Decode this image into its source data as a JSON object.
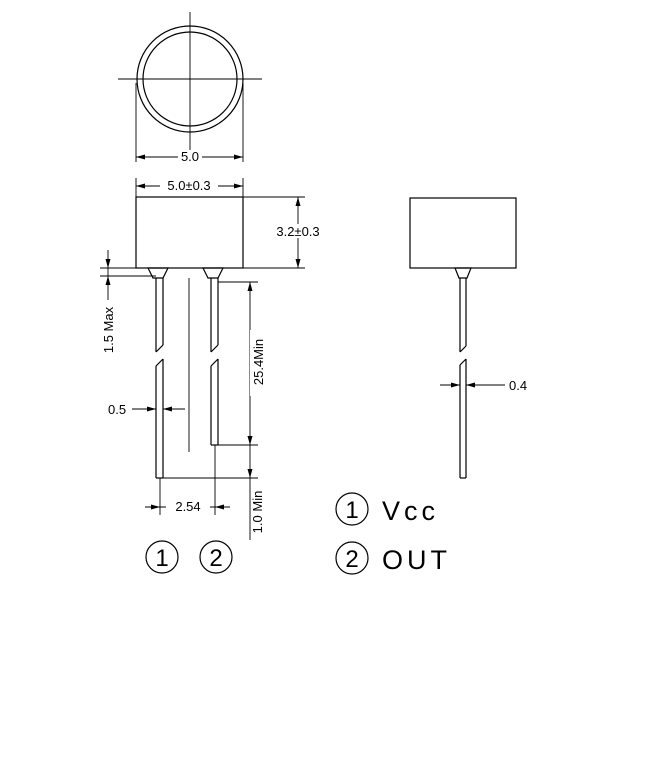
{
  "dimensions": {
    "top_diameter": "5.0",
    "body_width": "5.0±0.3",
    "body_height": "3.2±0.3",
    "lead_clearance": "1.5 Max",
    "lead_length": "25.4Min",
    "lead_offset": "1.0 Min",
    "lead_width": "0.5",
    "lead_pitch": "2.54",
    "side_lead_width": "0.4"
  },
  "pins": {
    "pin1_number": "1",
    "pin2_number": "2"
  },
  "legend": [
    {
      "number": "1",
      "label": "Vcc"
    },
    {
      "number": "2",
      "label": "OUT"
    }
  ]
}
